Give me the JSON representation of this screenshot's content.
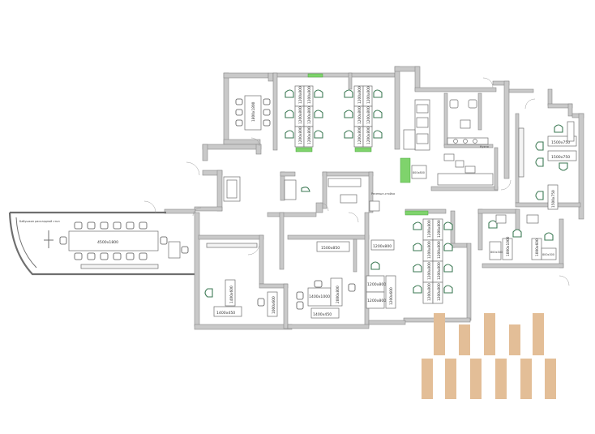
{
  "plan": {
    "labels": {
      "meeting_room_table": "1800x1800",
      "desk_1200x800": "1200x800",
      "desk_1200x800_v": "1200x800",
      "conference_table": "4500x1800",
      "reception_desk": "1500x850",
      "boss_desk_a": "1400x450",
      "boss_desk_b": "1400x450",
      "desk_1400x1000": "1400x1000",
      "desk_2000x800": "2000x800",
      "desk_800x800": "800x800",
      "desk_1500x750_a": "1500x750",
      "desk_1500x750_b": "1500x750",
      "desk_1500x750_c": "1500x750",
      "desk_800x300_a": "800x300",
      "desk_800x300_b": "800x300",
      "desk_1400x600": "1400x600",
      "desk_1000x1000": "1000x1000",
      "desk_1200x600": "1200x600",
      "desk_600x600": "600x600",
      "desk_1000x600": "1000x600",
      "small_desk": "1000x600",
      "note_left": "Бабушкин раскладной стол",
      "note_center": "Ресепшн-стойка",
      "note_kitchen": "Кухня"
    },
    "colors": {
      "wall": "#c9c9c9",
      "chair_outline": "#3d7a55",
      "plant": "#7fd36c",
      "watermark": "#e3be97"
    }
  }
}
